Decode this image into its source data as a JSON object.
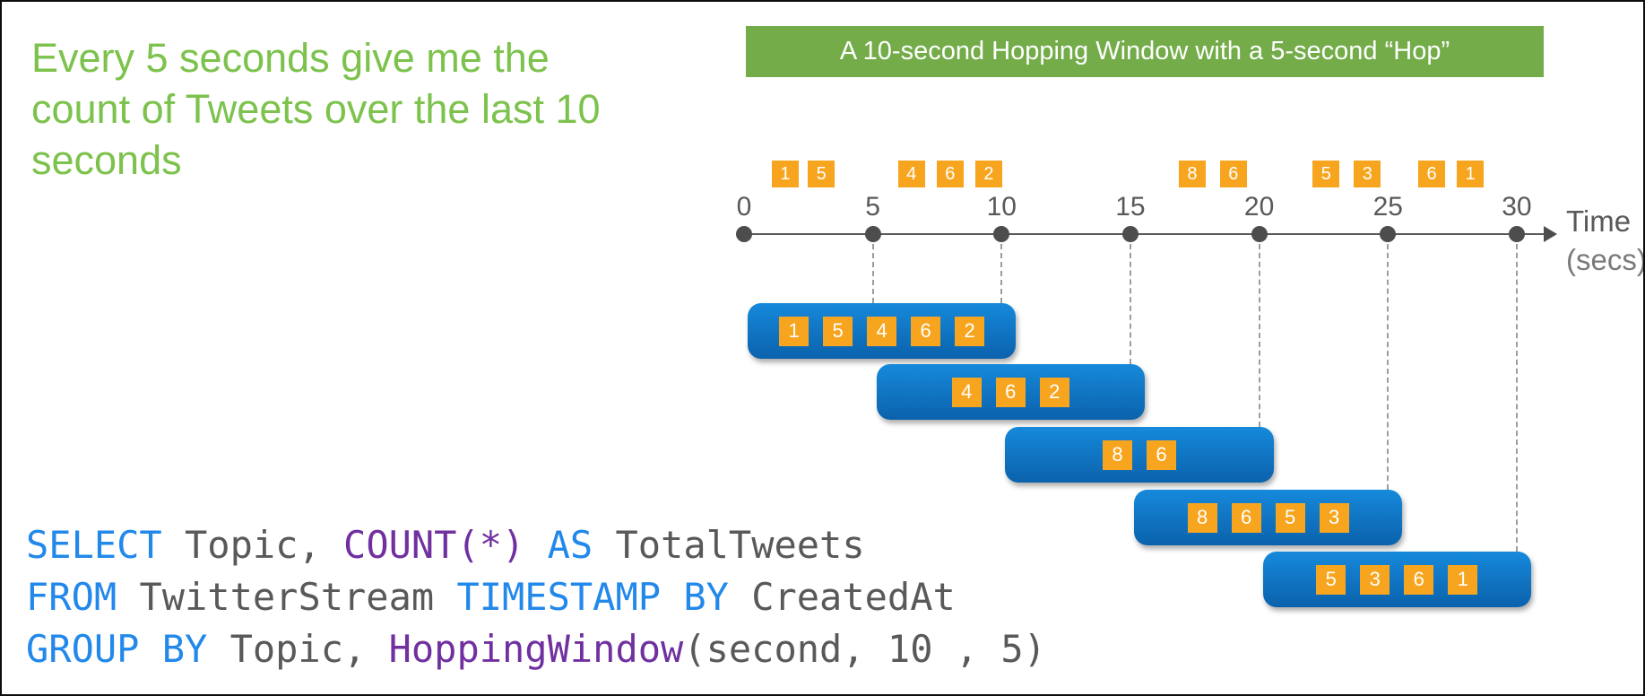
{
  "headline": {
    "lines": [
      "Every 5 seconds give me the",
      "count of Tweets over the last 10",
      "seconds"
    ]
  },
  "banner": {
    "title": "A 10-second Hopping Window with a 5-second “Hop”"
  },
  "timeline": {
    "ticks": [
      0,
      5,
      10,
      15,
      20,
      25,
      30
    ],
    "axis_label_line1": "Time",
    "axis_label_line2": "(secs)",
    "events": [
      {
        "value": 1,
        "t": 1.6
      },
      {
        "value": 5,
        "t": 3.0
      },
      {
        "value": 4,
        "t": 6.5
      },
      {
        "value": 6,
        "t": 8.0
      },
      {
        "value": 2,
        "t": 9.5
      },
      {
        "value": 8,
        "t": 17.4
      },
      {
        "value": 6,
        "t": 19.0
      },
      {
        "value": 5,
        "t": 22.6
      },
      {
        "value": 3,
        "t": 24.2
      },
      {
        "value": 6,
        "t": 26.7
      },
      {
        "value": 1,
        "t": 28.2
      }
    ]
  },
  "windows": [
    {
      "start": 0,
      "end": 10,
      "events": [
        1,
        5,
        4,
        6,
        2
      ]
    },
    {
      "start": 5,
      "end": 15,
      "events": [
        4,
        6,
        2
      ]
    },
    {
      "start": 10,
      "end": 20,
      "events": [
        8,
        6
      ]
    },
    {
      "start": 15,
      "end": 25,
      "events": [
        8,
        6,
        5,
        3
      ]
    },
    {
      "start": 20,
      "end": 30,
      "events": [
        5,
        3,
        6,
        1
      ]
    }
  ],
  "code": {
    "lines": [
      [
        {
          "text": "SELECT ",
          "color": "k"
        },
        {
          "text": "Topic, ",
          "color": "p"
        },
        {
          "text": "COUNT(*)",
          "color": "f"
        },
        {
          "text": " AS ",
          "color": "k"
        },
        {
          "text": "TotalTweets",
          "color": "p"
        }
      ],
      [
        {
          "text": "FROM ",
          "color": "k"
        },
        {
          "text": "TwitterStream ",
          "color": "p"
        },
        {
          "text": "TIMESTAMP BY ",
          "color": "k"
        },
        {
          "text": "CreatedAt",
          "color": "p"
        }
      ],
      [
        {
          "text": "GROUP BY ",
          "color": "k"
        },
        {
          "text": "Topic, ",
          "color": "p"
        },
        {
          "text": "HoppingWindow",
          "color": "f"
        },
        {
          "text": "(second, 10 , 5)",
          "color": "p"
        }
      ]
    ]
  },
  "colors": {
    "headline_green": "#7CC24C",
    "banner_green": "#73AC49",
    "banner_text": "#FFFFFF",
    "event_orange": "#F7A51F",
    "event_text": "#FFFFFF",
    "window_blue_top": "#1689DB",
    "window_blue_bottom": "#0B62AC",
    "axis_gray": "#595959",
    "secs_gray": "#7A7A7A",
    "dashed_gray": "#8C8C8C",
    "code_keyword_blue": "#2288EA",
    "code_function_purple": "#7030A0",
    "code_plain_gray": "#595959"
  }
}
